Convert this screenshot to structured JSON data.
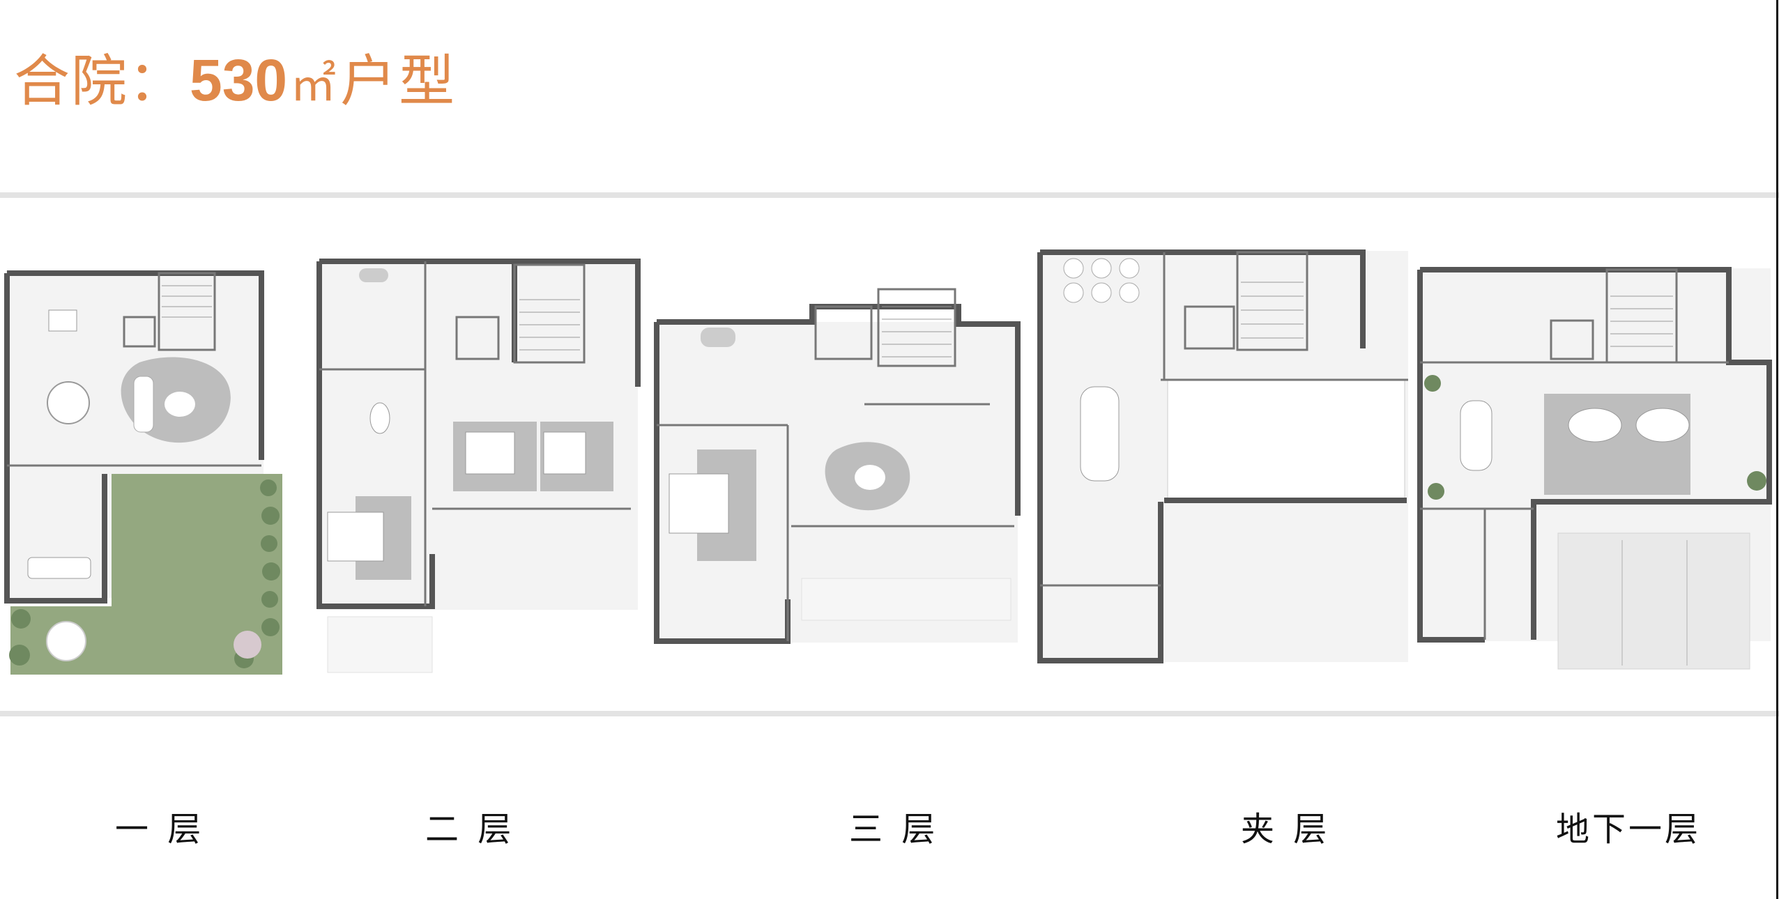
{
  "header": {
    "prefix": "合院：",
    "area": "530",
    "unit": "㎡",
    "suffix": "户型"
  },
  "colors": {
    "title": "#e0894a",
    "wall": "#555555",
    "lawn": "#94a880",
    "rug": "#bdbdbd",
    "floor": "#f3f3f3"
  },
  "floors": [
    {
      "label": "一 层"
    },
    {
      "label": "二 层"
    },
    {
      "label": "三 层"
    },
    {
      "label": "夹 层"
    },
    {
      "label": "地下一层"
    }
  ]
}
